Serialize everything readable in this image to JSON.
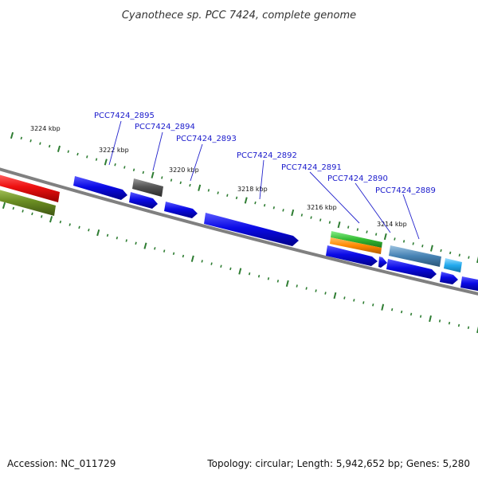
{
  "header": {
    "title": "Cyanothece sp. PCC 7424, complete genome"
  },
  "footer": {
    "accession": "Accession: NC_011729",
    "summary": "Topology: circular; Length: 5,942,652 bp; Genes: 5,280"
  },
  "colors": {
    "backbone": "#808080",
    "tick": "#2e7d32",
    "label": "#1a1acc",
    "cds_blue": "#0a0ae6",
    "red": "#ee1111",
    "olive": "#6b8e23",
    "gray": "#555555",
    "green": "#33bb33",
    "orange": "#ff8800",
    "steelblue": "#4682b4",
    "lightblue": "#22aaee"
  },
  "scale_labels": [
    "3224 kbp",
    "3222 kbp",
    "3220 kbp",
    "3218 kbp",
    "3216 kbp",
    "3214 kbp"
  ],
  "gene_labels": [
    "PCC7424_2895",
    "PCC7424_2894",
    "PCC7424_2893",
    "PCC7424_2892",
    "PCC7424_2891",
    "PCC7424_2890",
    "PCC7424_2889"
  ]
}
